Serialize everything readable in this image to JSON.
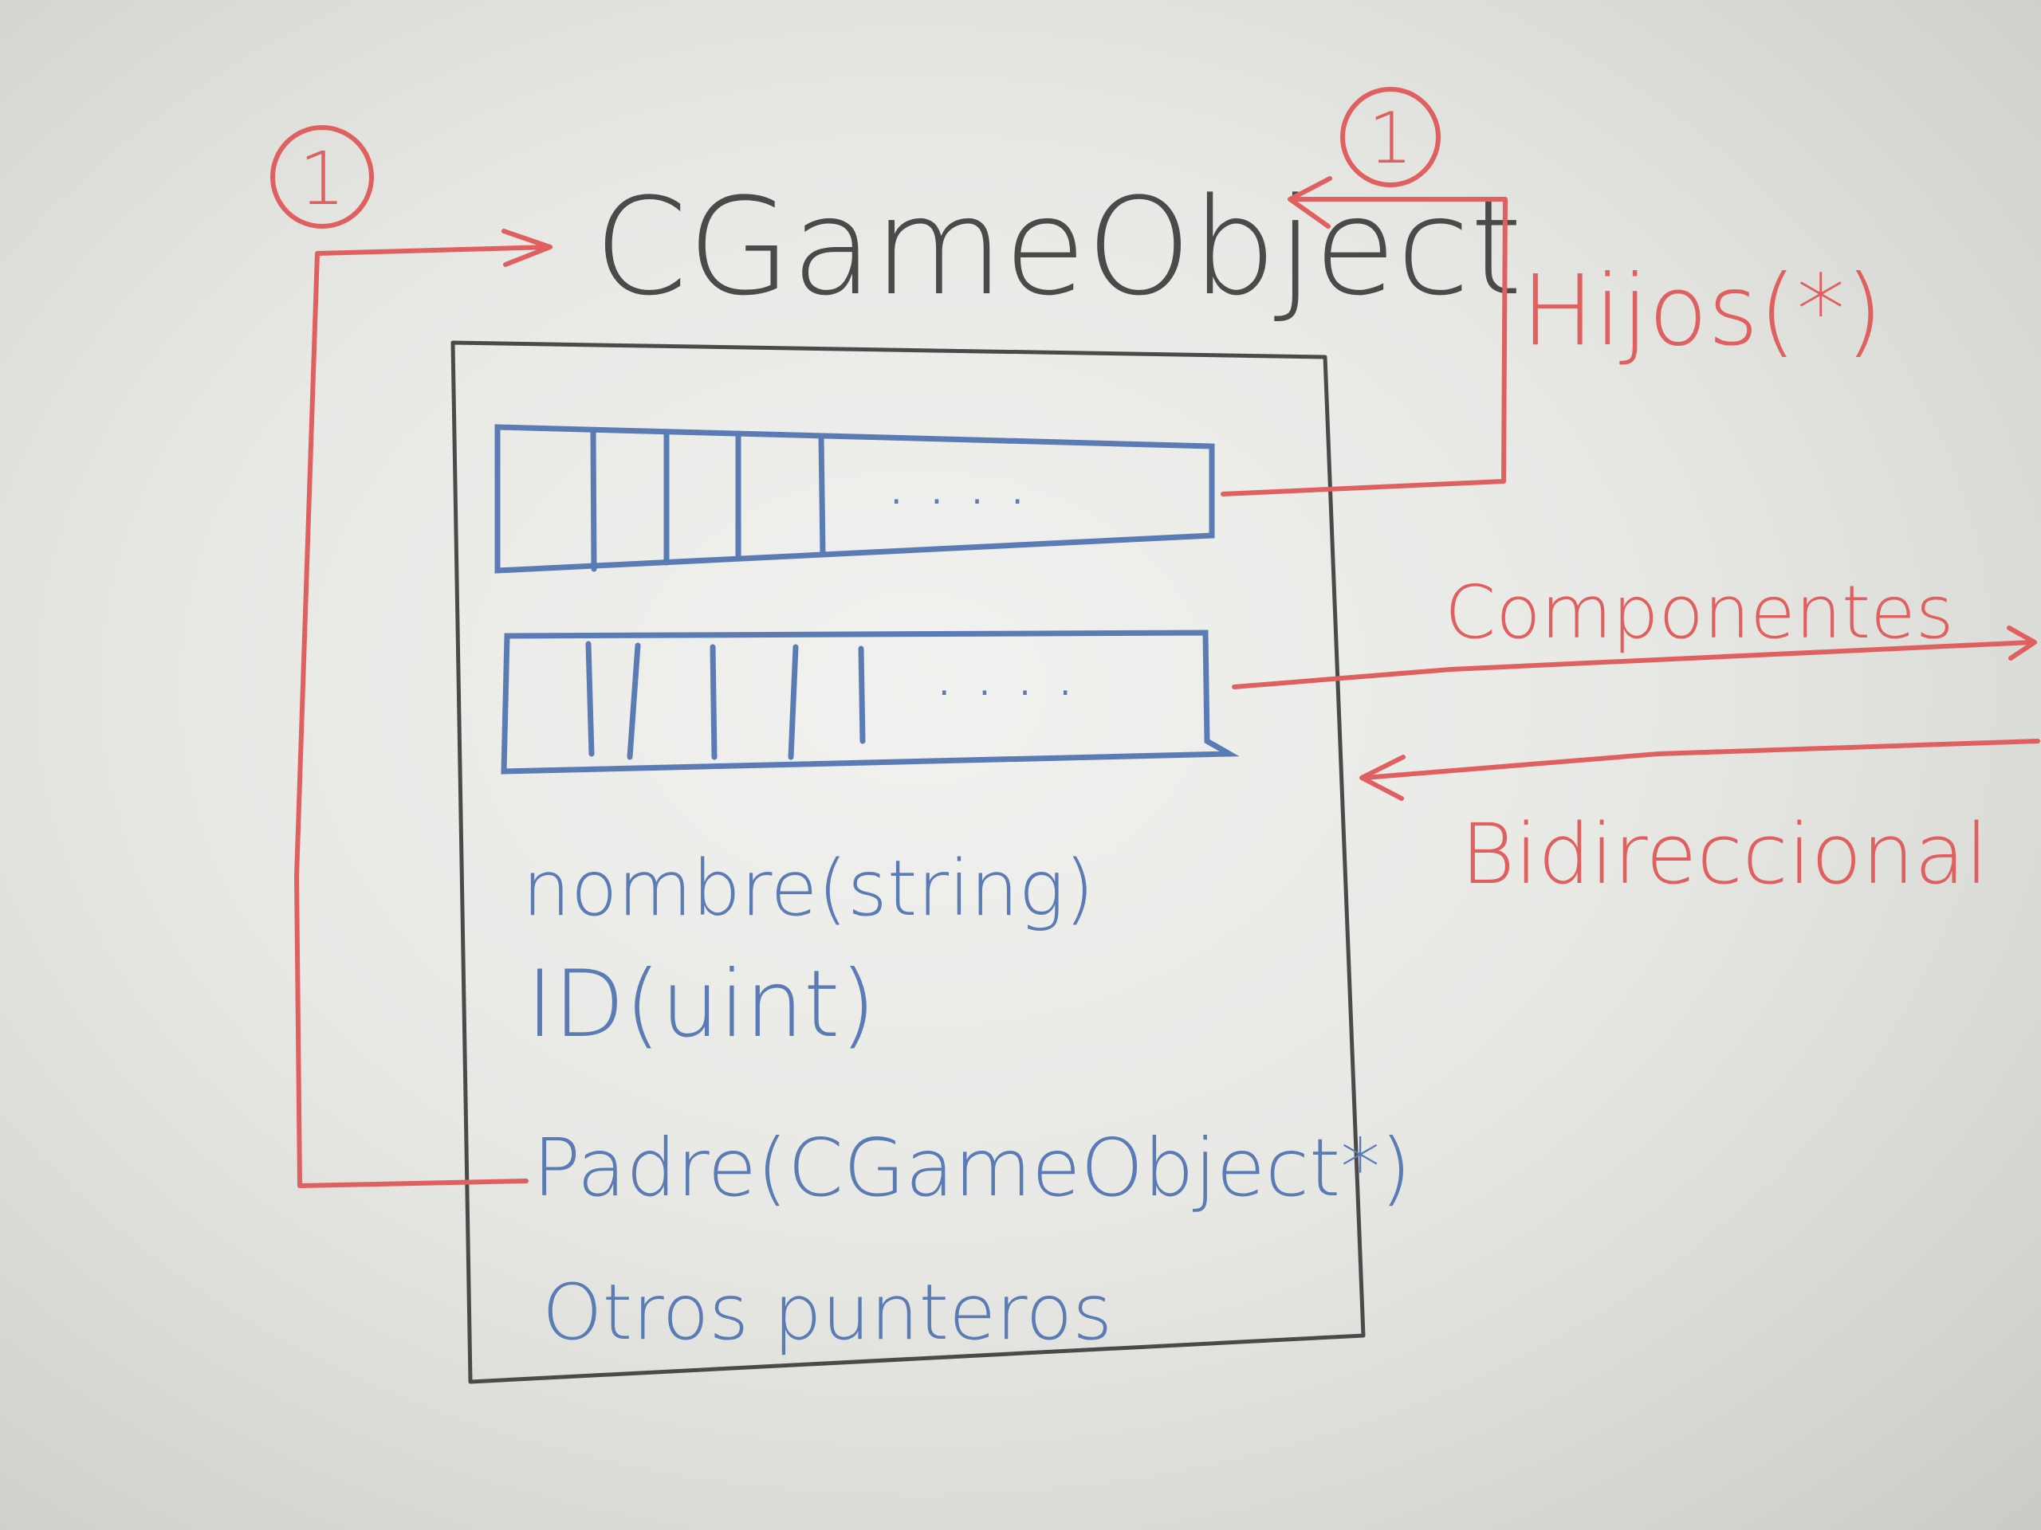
{
  "class_name": "CGameObject",
  "fields": {
    "nombre": "nombre(string)",
    "id": "ID(uint)",
    "padre": "Padre(CGameObject*)",
    "otros": "Otros punteros"
  },
  "array_ellipsis_children": "....",
  "array_ellipsis_components": "....",
  "labels": {
    "hijos": "Hijos(*)",
    "componentes": "Componentes",
    "bidireccional": "Bidireccional"
  },
  "multiplicity": {
    "left": "1",
    "right": "1"
  },
  "colors": {
    "pencil": "#4a4a4a",
    "blue": "#5b7bb5",
    "red": "#e06060",
    "board": "#ececea"
  }
}
